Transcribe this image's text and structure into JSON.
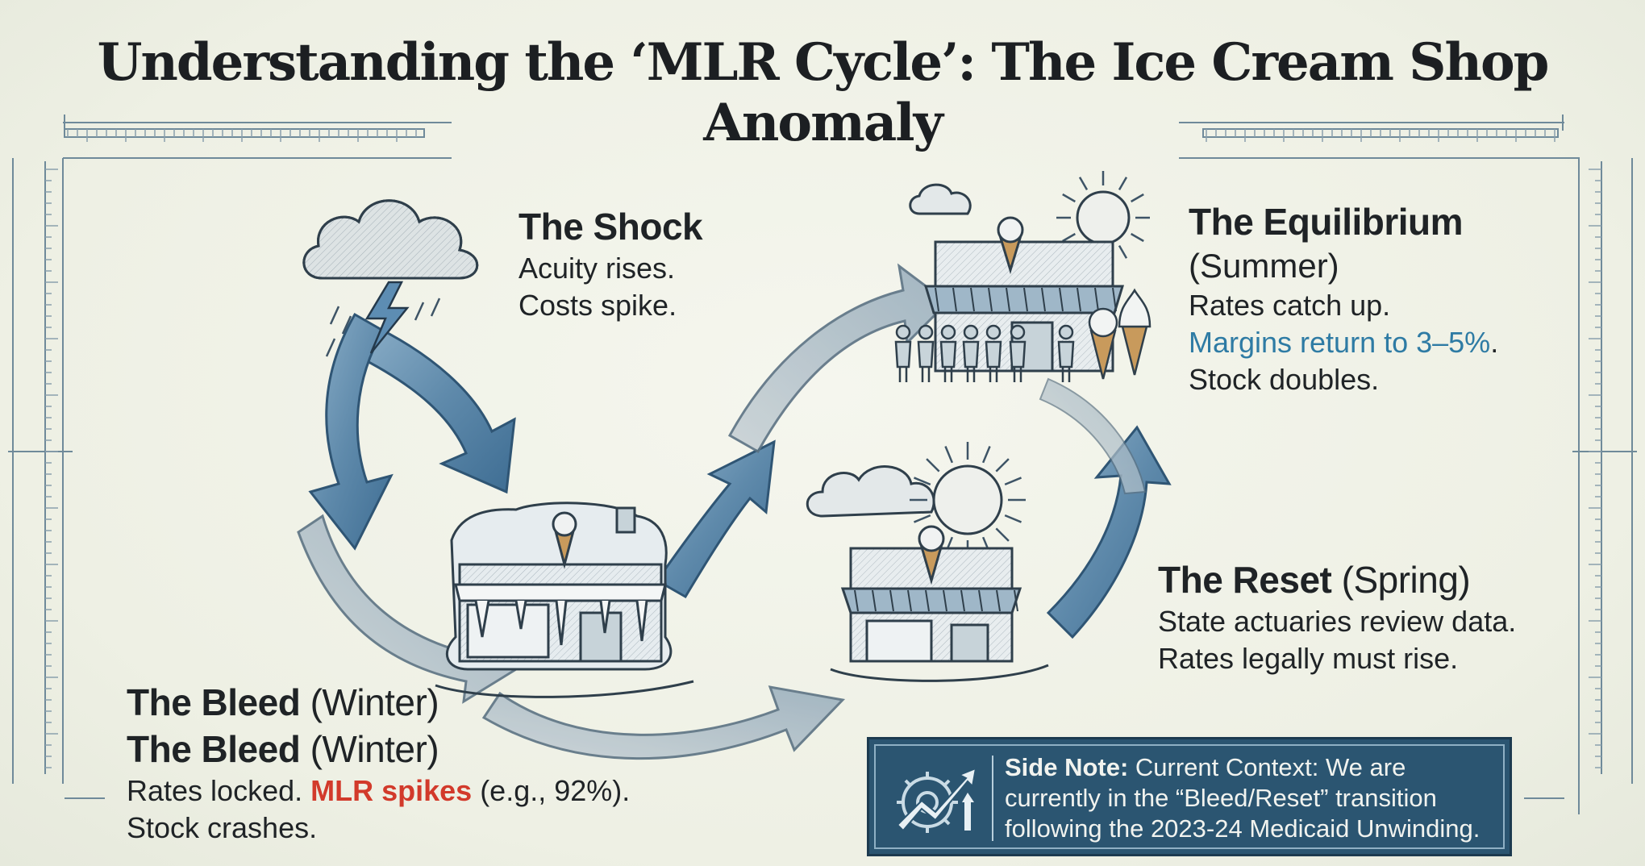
{
  "title": "Understanding the ‘MLR Cycle’: The Ice Cream Shop Anomaly",
  "stages": {
    "shock": {
      "heading": "The Shock",
      "lines": [
        "Acuity rises.",
        "Costs spike."
      ]
    },
    "equilibrium": {
      "heading": "The Equilibrium",
      "season": "(Summer)",
      "line1": "Rates catch up.",
      "line2": "Margins return to 3–5%",
      "line2_end": ".",
      "line3": "Stock doubles."
    },
    "reset": {
      "heading": "The Reset",
      "season": "(Spring)",
      "lines": [
        "State actuaries review data.",
        "Rates legally must rise."
      ]
    },
    "bleed": {
      "heading": "The Bleed",
      "season": "(Winter)",
      "heading_repeat": "The Bleed",
      "season_repeat": "(Winter)",
      "line1_start": "Rates locked. ",
      "line1_highlight": "MLR spikes",
      "line1_end": " (e.g., 92%).",
      "line2": "Stock crashes."
    }
  },
  "side_note": {
    "label": "Side Note:",
    "text": " Current Context: We are currently in the “Bleed/Reset” transition following the 2023-24 Medicaid Unwinding.",
    "icon": "gear-growth-arrow-icon"
  },
  "colors": {
    "background": "#eff1e6",
    "accent_blue": "#2e7ba4",
    "highlight_red": "#d23a2b",
    "sidenote_bg": "#2b5571",
    "arrow_fill": "#6f96b3"
  },
  "icons": [
    "storm-cloud-icon",
    "lightning-icon",
    "sun-icon",
    "cloud-icon",
    "frozen-shop-icon",
    "summer-shop-icon",
    "spring-shop-icon",
    "ice-cream-cone-icon",
    "people-queue-icon"
  ]
}
